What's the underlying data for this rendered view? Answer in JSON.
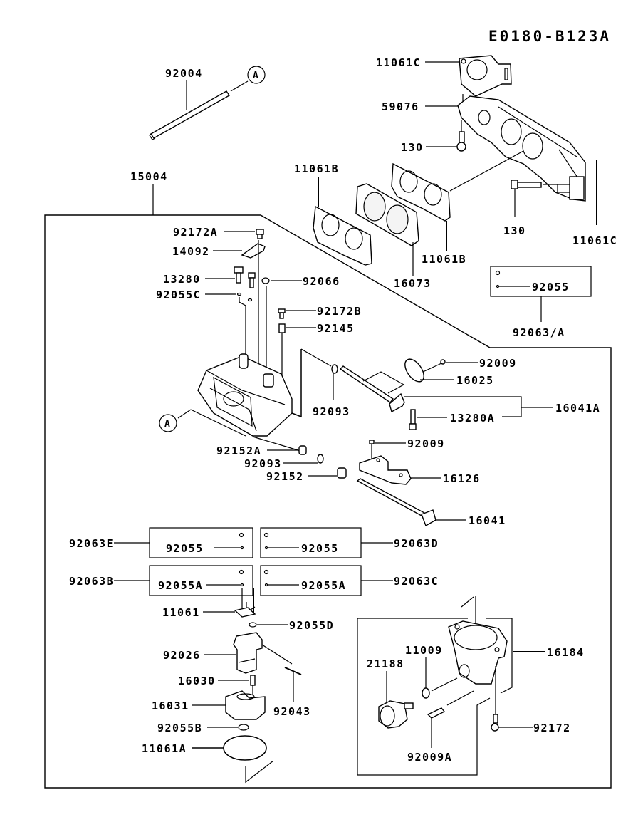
{
  "diagram": {
    "code": "E0180-B123A",
    "callout": "A"
  },
  "labels": {
    "p92004": "92004",
    "p15004": "15004",
    "p11061C_top": "11061C",
    "p59076": "59076",
    "p130_a": "130",
    "p130_b": "130",
    "p11061C_right": "11061C",
    "p11061B_left": "11061B",
    "p11061B_right": "11061B",
    "p16073": "16073",
    "p92055_kit_a": "92055",
    "p92063_a": "92063/A",
    "p92172A": "92172A",
    "p14092": "14092",
    "p13280": "13280",
    "p92055C": "92055C",
    "p92066": "92066",
    "p92172B": "92172B",
    "p92145": "92145",
    "p92009_a": "92009",
    "p16025": "16025",
    "p16041A": "16041A",
    "p13280A": "13280A",
    "p92093_a": "92093",
    "p92152A": "92152A",
    "p92093_b": "92093",
    "p92152": "92152",
    "p92009_b": "92009",
    "p16126": "16126",
    "p16041": "16041",
    "p92063E": "92063E",
    "p92055_e": "92055",
    "p92063D": "92063D",
    "p92055_d": "92055",
    "p92063B": "92063B",
    "p92055A_b": "92055A",
    "p92063C": "92063C",
    "p92055A_c": "92055A",
    "p11061": "11061",
    "p92055D": "92055D",
    "p92026": "92026",
    "p16030": "16030",
    "p16031": "16031",
    "p92043": "92043",
    "p92055B": "92055B",
    "p11061A": "11061A",
    "p11009": "11009",
    "p21188": "21188",
    "p16184": "16184",
    "p92172": "92172",
    "p92009A": "92009A"
  }
}
